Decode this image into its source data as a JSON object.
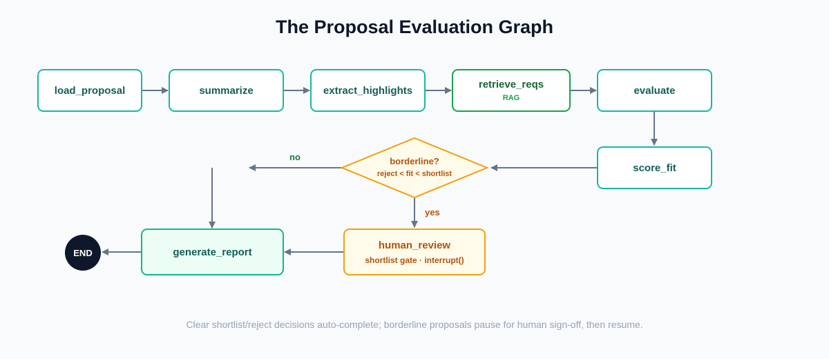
{
  "title": "The Proposal Evaluation Graph",
  "nodes": {
    "load_proposal": "load_proposal",
    "summarize": "summarize",
    "extract_highlights": "extract_highlights",
    "retrieve_reqs": "retrieve_reqs",
    "retrieve_reqs_sub": "RAG",
    "evaluate": "evaluate",
    "score_fit": "score_fit",
    "borderline_question": "borderline?",
    "borderline_rule": "reject < fit < shortlist",
    "human_review": "human_review",
    "human_review_sub": "shortlist gate · interrupt()",
    "generate_report": "generate_report",
    "end": "END"
  },
  "edge_labels": {
    "no": "no",
    "yes": "yes"
  },
  "caption": "Clear shortlist/reject decisions auto-complete; borderline proposals pause for human sign-off, then resume.",
  "colors": {
    "node_border": "#14b8a6",
    "node_text": "#115e59",
    "rag": "#16a34a",
    "human": "#f59e0b",
    "human_text": "#b45309",
    "arrow": "#64748b",
    "end_fill": "#0f172a",
    "edge_no": "#15803d",
    "edge_yes": "#b45309"
  }
}
